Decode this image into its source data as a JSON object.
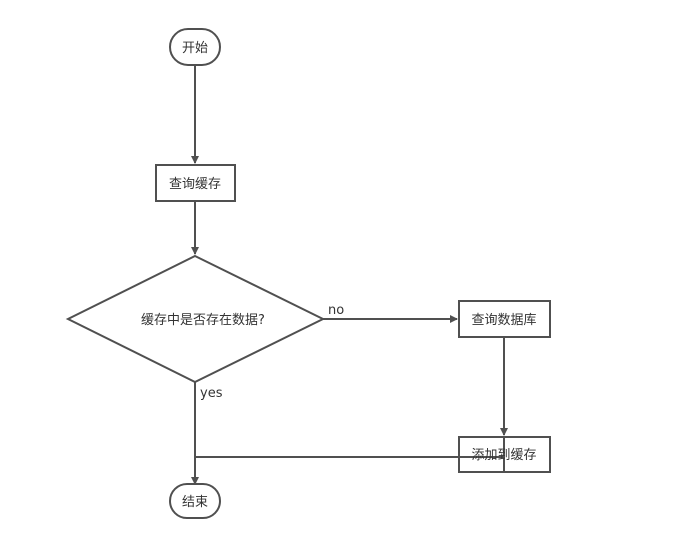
{
  "colors": {
    "stroke": "#505050",
    "fill": "#ffffff",
    "text": "#333333"
  },
  "nodes": {
    "start": {
      "label": "开始"
    },
    "query_cache": {
      "label": "查询缓存"
    },
    "decision": {
      "label": "缓存中是否存在数据?"
    },
    "query_db": {
      "label": "查询数据库"
    },
    "add_cache": {
      "label": "添加到缓存"
    },
    "end": {
      "label": "结束"
    }
  },
  "edges": {
    "no_label": "no",
    "yes_label": "yes"
  }
}
